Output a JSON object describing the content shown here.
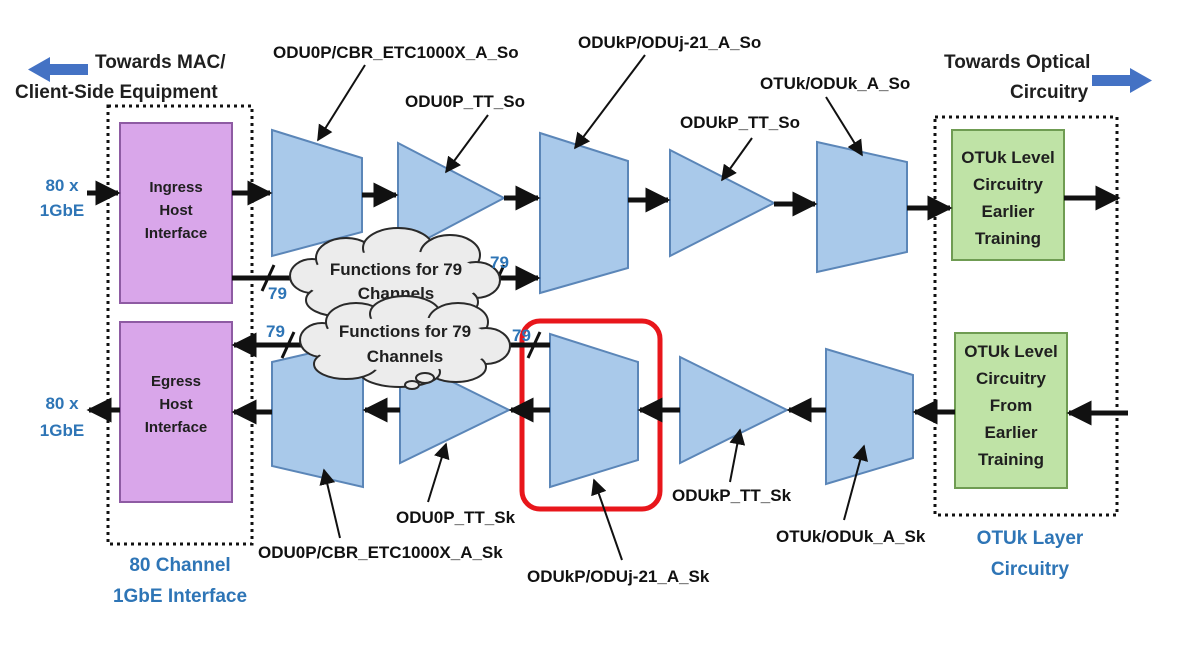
{
  "headers": {
    "left_line1": "Towards MAC/",
    "left_line2": "Client-Side Equipment",
    "right_line1": "Towards Optical",
    "right_line2": "Circuitry"
  },
  "ports": {
    "ingress_l1": "80 x",
    "ingress_l2": "1GbE",
    "egress_l1": "80 x",
    "egress_l2": "1GbE"
  },
  "host_boxes": {
    "ingress": [
      "Ingress",
      "Host",
      "Interface"
    ],
    "egress": [
      "Egress",
      "Host",
      "Interface"
    ]
  },
  "otu_boxes": {
    "tx": [
      "OTUk Level",
      "Circuitry",
      "Earlier",
      "Training"
    ],
    "rx": [
      "OTUk Level",
      "Circuitry",
      "From",
      "Earlier",
      "Training"
    ]
  },
  "function_labels": {
    "odu0p_cbr_so": "ODU0P/CBR_ETC1000X_A_So",
    "odu0p_tt_so": "ODU0P_TT_So",
    "odukp_oduj_so": "ODUkP/ODUj-21_A_So",
    "odukp_tt_so": "ODUkP_TT_So",
    "otuk_oduk_so": "OTUk/ODUk_A_So",
    "odu0p_cbr_sk": "ODU0P/CBR_ETC1000X_A_Sk",
    "odu0p_tt_sk": "ODU0P_TT_Sk",
    "odukp_oduj_sk": "ODUkP/ODUj-21_A_Sk",
    "odukp_tt_sk": "ODUkP_TT_Sk",
    "otuk_oduk_sk": "OTUk/ODUk_A_Sk"
  },
  "clouds": {
    "top_l1": "Functions for 79",
    "top_l2": "Channels",
    "bottom_l1": "Functions for 79",
    "bottom_l2": "Channels"
  },
  "bus_widths": {
    "top_left": "79",
    "top_right": "79",
    "bottom_left": "79",
    "bottom_right": "79"
  },
  "group_labels": {
    "left_l1": "80 Channel",
    "left_l2": "1GbE Interface",
    "right_l1": "OTUk Layer",
    "right_l2": "Circuitry"
  },
  "colors": {
    "block_fill": "#a9c9ea",
    "block_stroke": "#5b86b8",
    "host_fill": "#d9a6ea",
    "host_stroke": "#8e5ba3",
    "otu_fill": "#bfe3a6",
    "otu_stroke": "#6f9c52",
    "highlight": "#e8161b",
    "label_blue": "#2e75b6",
    "arrow_blue": "#4472c4"
  }
}
